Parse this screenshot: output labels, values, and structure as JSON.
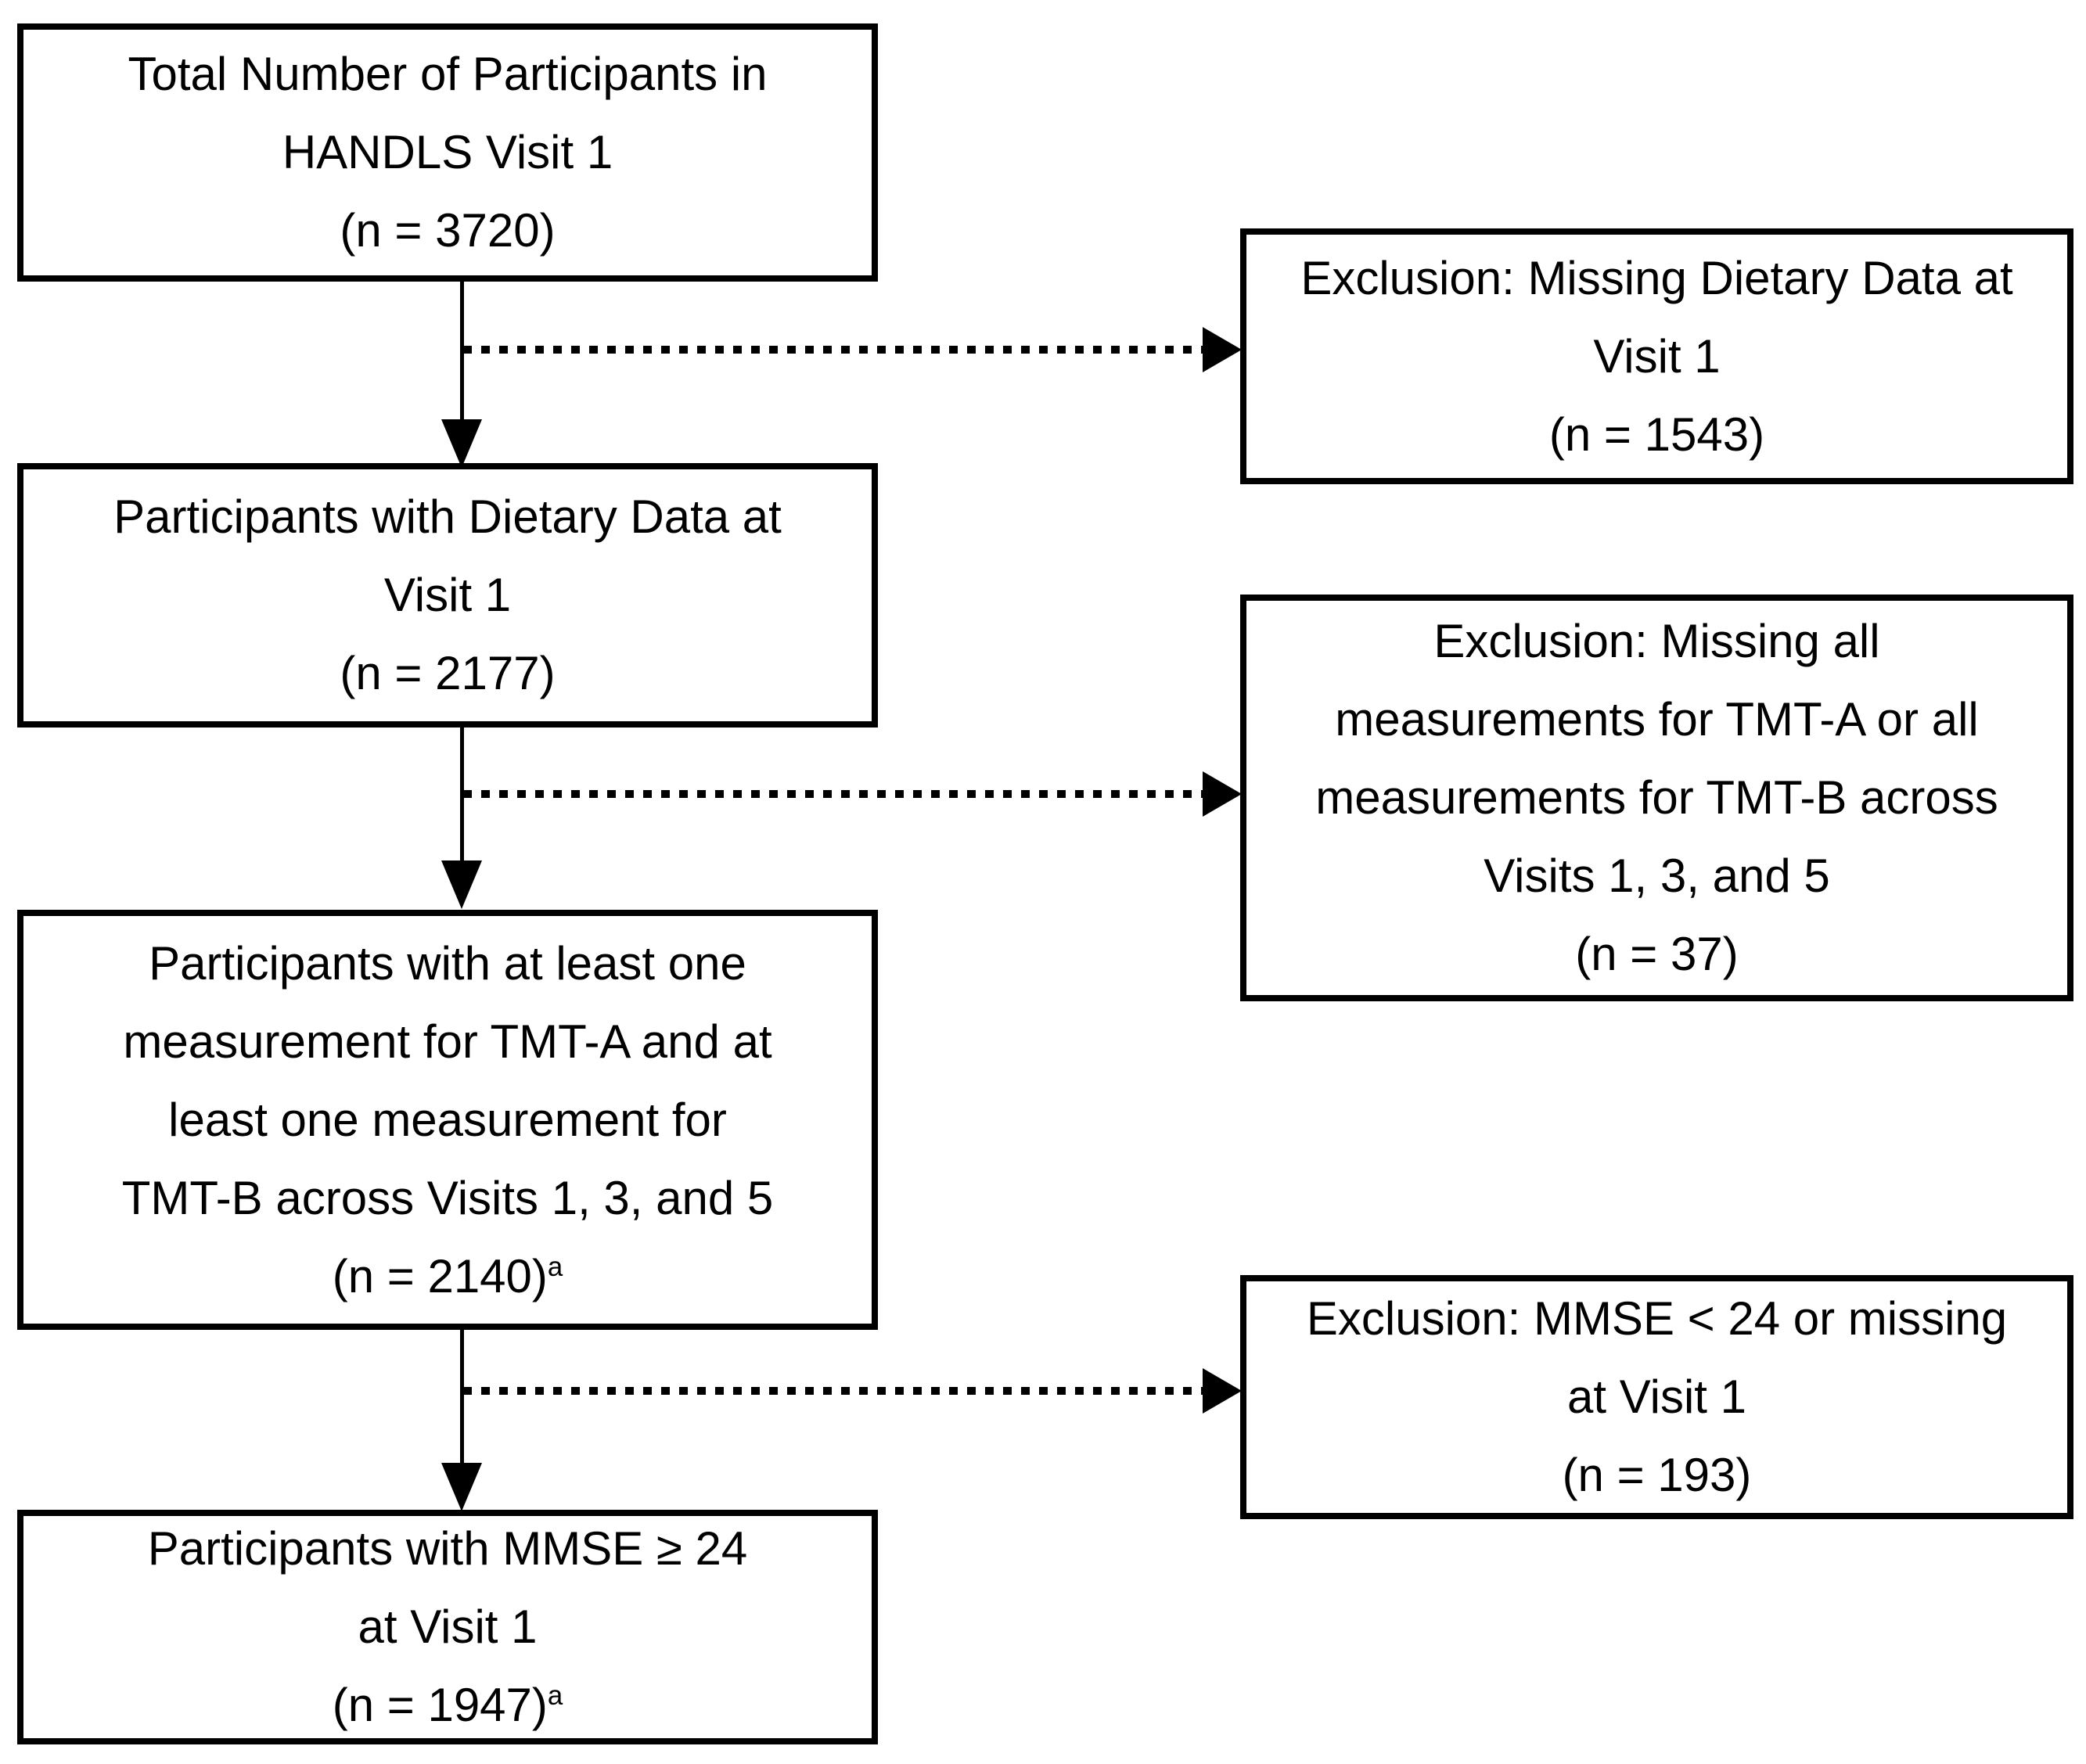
{
  "diagram": {
    "type": "participant-flow-chart",
    "colors": {
      "background": "#ffffff",
      "box_border": "#000000",
      "text": "#000000",
      "connector": "#000000"
    },
    "main_boxes": [
      {
        "lines": [
          "Total Number of Participants in",
          "HANDLS Visit 1"
        ],
        "n": "(n = 3720)",
        "n_sup": ""
      },
      {
        "lines": [
          "Participants with Dietary Data at",
          "Visit 1"
        ],
        "n": "(n = 2177)",
        "n_sup": ""
      },
      {
        "lines": [
          "Participants with at least one",
          "measurement for TMT-A and at",
          "least one measurement for",
          "TMT-B across Visits 1, 3, and 5"
        ],
        "n": "(n = 2140)",
        "n_sup": "a"
      },
      {
        "lines": [
          "Participants with MMSE ≥ 24",
          "at Visit 1"
        ],
        "n": "(n = 1947)",
        "n_sup": "a"
      }
    ],
    "exclusion_boxes": [
      {
        "lines": [
          "Exclusion: Missing Dietary Data at",
          "Visit 1"
        ],
        "n": "(n = 1543)",
        "n_sup": ""
      },
      {
        "lines": [
          "Exclusion: Missing all",
          "measurements for TMT-A or all",
          "measurements for TMT-B across",
          "Visits 1, 3, and 5"
        ],
        "n": "(n = 37)",
        "n_sup": ""
      },
      {
        "lines": [
          "Exclusion: MMSE < 24 or missing",
          "at Visit 1"
        ],
        "n": "(n = 193)",
        "n_sup": ""
      }
    ]
  }
}
